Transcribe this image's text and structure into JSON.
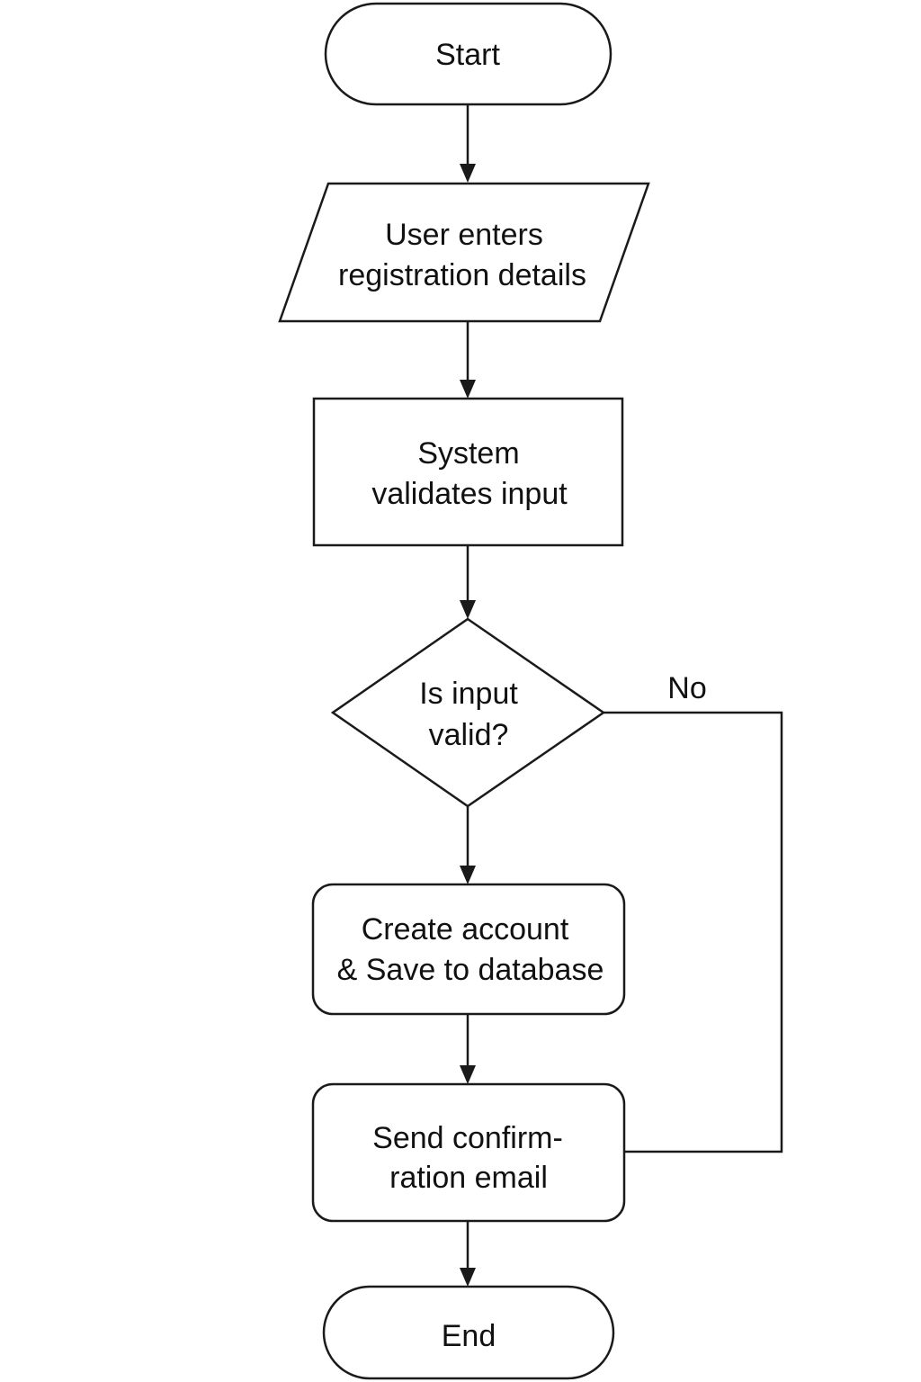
{
  "nodes": {
    "start": {
      "line1": "Start"
    },
    "input": {
      "line1": "User enters",
      "line2": "registration details"
    },
    "validate": {
      "line1": "System",
      "line2": "validates input"
    },
    "decision": {
      "line1": "Is input",
      "line2": "valid?"
    },
    "create": {
      "line1": "Create account",
      "line2": "& Save to database"
    },
    "email": {
      "line1": "Send confirm-",
      "line2": "ration email"
    },
    "end": {
      "line1": "End"
    }
  },
  "edges": {
    "no_label": "No"
  },
  "colors": {
    "stroke": "#1a1a1a",
    "fill": "#ffffff",
    "text": "#111111"
  }
}
